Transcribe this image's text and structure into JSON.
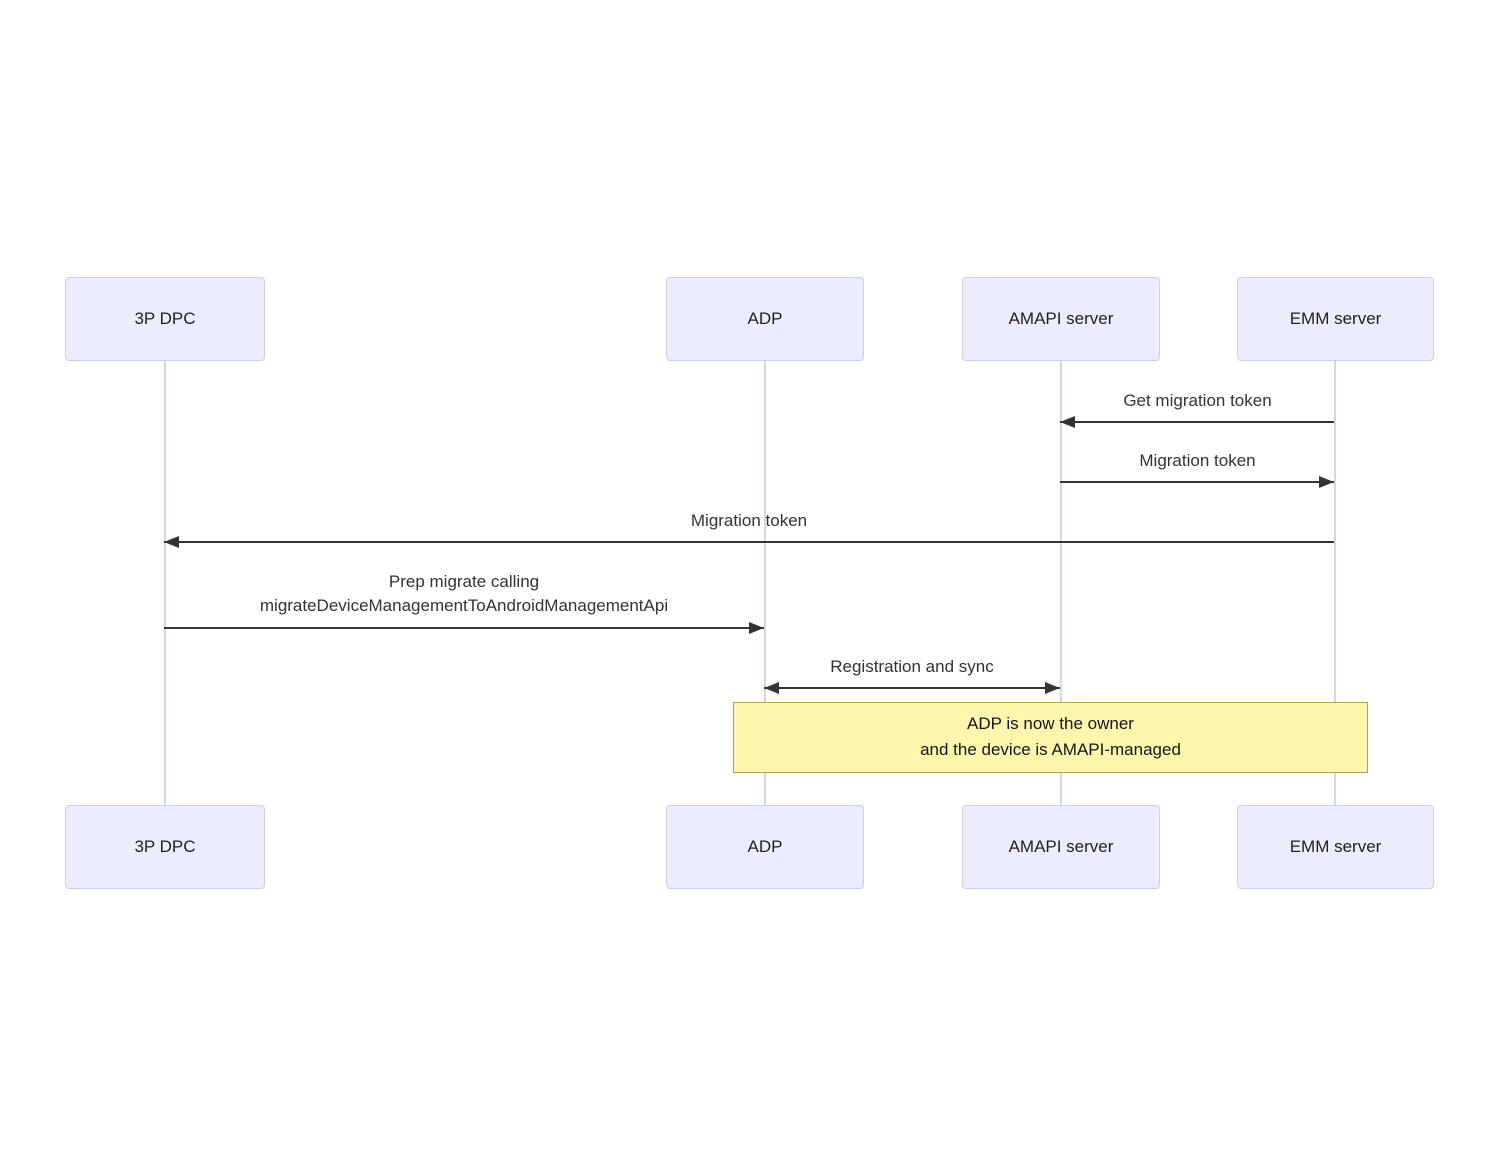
{
  "colors": {
    "background": "#FFFFFF",
    "actor-fill": "#ECECFF",
    "actor-border": "#CCCCFF",
    "lifeline": "#D8D2EE",
    "message-line": "#333333",
    "message-text": "#333333",
    "note-fill": "#FFF5AD",
    "note-border": "#AAAA33"
  },
  "diagram": {
    "type": "sequence",
    "actors": [
      {
        "id": "3p-dpc",
        "label": "3P DPC"
      },
      {
        "id": "adp",
        "label": "ADP"
      },
      {
        "id": "amapi-server",
        "label": "AMAPI server"
      },
      {
        "id": "emm-server",
        "label": "EMM server"
      }
    ],
    "messages": [
      {
        "from": "EMM server",
        "to": "AMAPI server",
        "arrow": "left",
        "label": "Get migration token"
      },
      {
        "from": "AMAPI server",
        "to": "EMM server",
        "arrow": "right",
        "label": "Migration token"
      },
      {
        "from": "EMM server",
        "to": "3P DPC",
        "arrow": "left",
        "label": "Migration token"
      },
      {
        "from": "3P DPC",
        "to": "ADP",
        "arrow": "right",
        "label": "Prep migrate calling migrateDeviceManagementToAndroidManagementApi",
        "line1": "Prep migrate calling",
        "line2": "migrateDeviceManagementToAndroidManagementApi"
      },
      {
        "from": "ADP",
        "to": "AMAPI server",
        "arrow": "both",
        "label": "Registration and sync"
      }
    ],
    "note": {
      "over": "ADP, EMM server",
      "line1": "ADP is now the owner",
      "line2": "and the device is AMAPI-managed"
    }
  }
}
